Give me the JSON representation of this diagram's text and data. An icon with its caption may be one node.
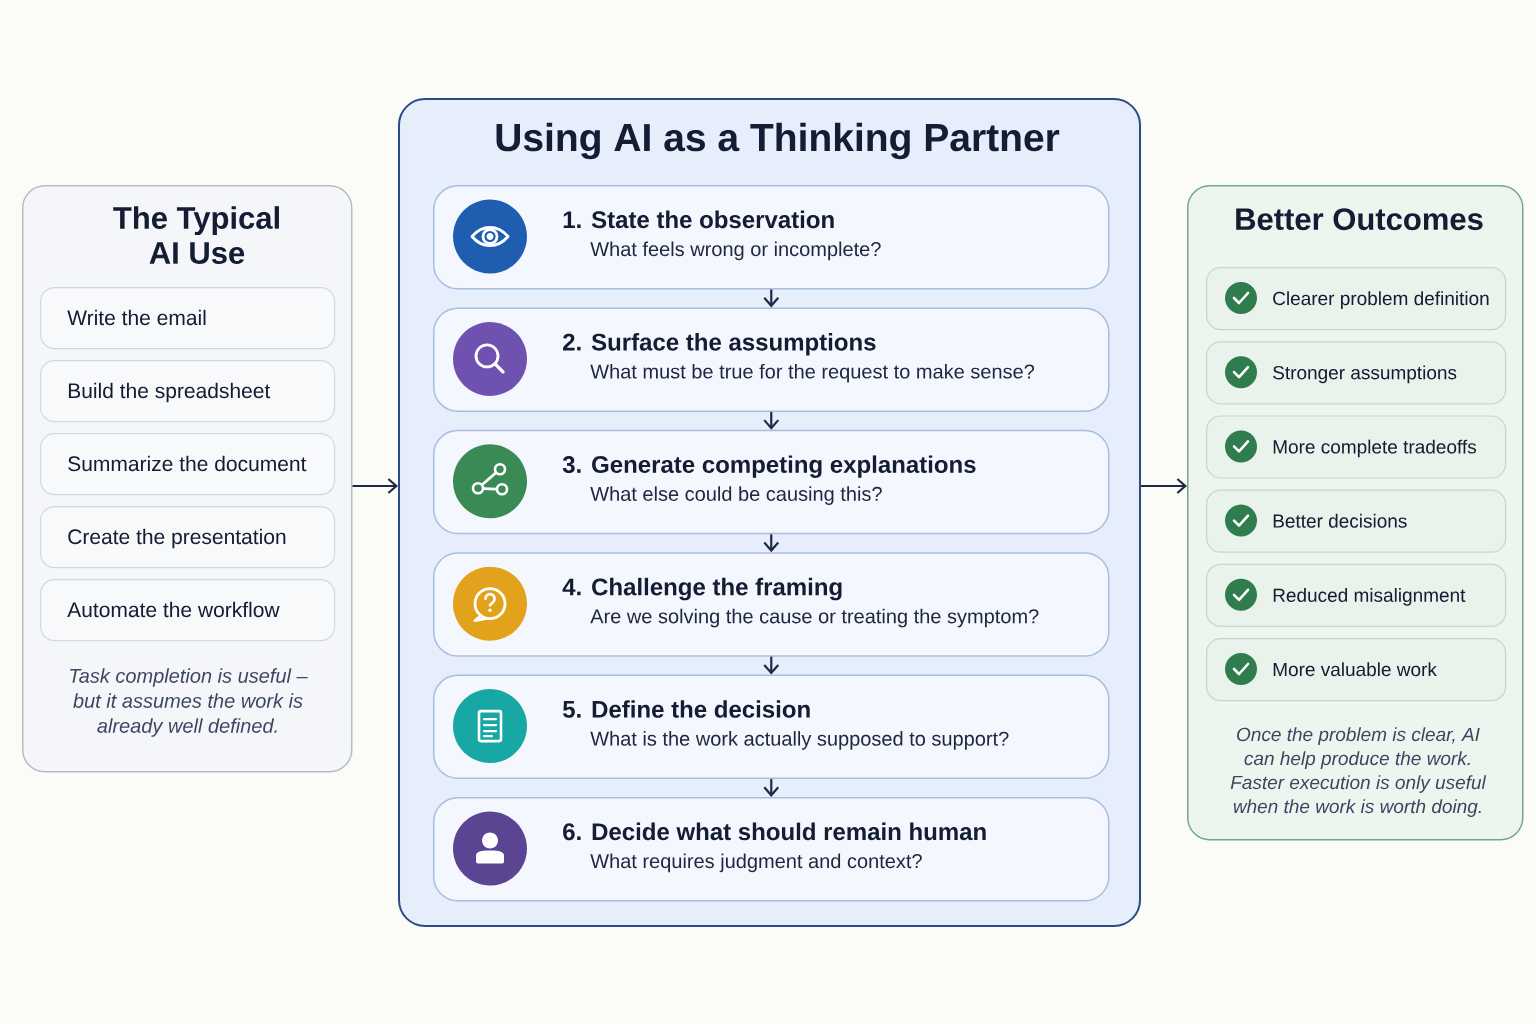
{
  "diagram": {
    "nodes": [
      {
        "text": [
          "The Typical AI Use",
          "Task completion is useful – but it assumes the work is already well defined."
        ]
      },
      {
        "text": [
          "Write the email"
        ],
        "in": 0
      },
      {
        "text": [
          "Build the spreadsheet"
        ],
        "in": 0
      },
      {
        "text": [
          "Summarize the document"
        ],
        "in": 0
      },
      {
        "text": [
          "Create the presentation"
        ],
        "in": 0
      },
      {
        "text": [
          "Automate the workflow"
        ],
        "in": 0
      },
      {
        "text": [
          "Using AI as a Thinking Partner"
        ]
      },
      {
        "text": [
          "1. State the observation",
          "What feels wrong or incomplete?"
        ],
        "in": 6
      },
      {
        "text": [
          "2. Surface the assumptions",
          "What must be true for the request to make sense?"
        ],
        "in": 6
      },
      {
        "text": [
          "3. Generate competing explanations",
          "What else could be causing this?"
        ],
        "in": 6
      },
      {
        "text": [
          "4. Challenge the framing",
          "Are we solving the cause or treating the symptom?"
        ],
        "in": 6
      },
      {
        "text": [
          "5. Define the decision",
          "What is the work actually supposed to support?"
        ],
        "in": 6
      },
      {
        "text": [
          "6. Decide what should remain human",
          "What requires judgment and context?"
        ],
        "in": 6
      },
      {
        "text": [
          "Better Outcomes",
          "Once the problem is clear, AI can help produce the work. Faster execution is only useful when the work is worth doing."
        ]
      },
      {
        "text": [
          "Clearer problem definition"
        ],
        "in": 13
      },
      {
        "text": [
          "Stronger assumptions"
        ],
        "in": 13
      },
      {
        "text": [
          "More complete tradeoffs"
        ],
        "in": 13
      },
      {
        "text": [
          "Better decisions"
        ],
        "in": 13
      },
      {
        "text": [
          "Reduced misalignment"
        ],
        "in": 13
      },
      {
        "text": [
          "More valuable work"
        ],
        "in": 13
      }
    ],
    "edges": [
      {
        "from": 0,
        "to": 6,
        "arrow": "to"
      },
      {
        "from": 6,
        "to": 13,
        "arrow": "to"
      },
      {
        "from": 7,
        "to": 8,
        "arrow": "to"
      },
      {
        "from": 8,
        "to": 9,
        "arrow": "to"
      },
      {
        "from": 9,
        "to": 10,
        "arrow": "to"
      },
      {
        "from": 10,
        "to": 11,
        "arrow": "to"
      },
      {
        "from": 11,
        "to": 12,
        "arrow": "to"
      }
    ]
  }
}
